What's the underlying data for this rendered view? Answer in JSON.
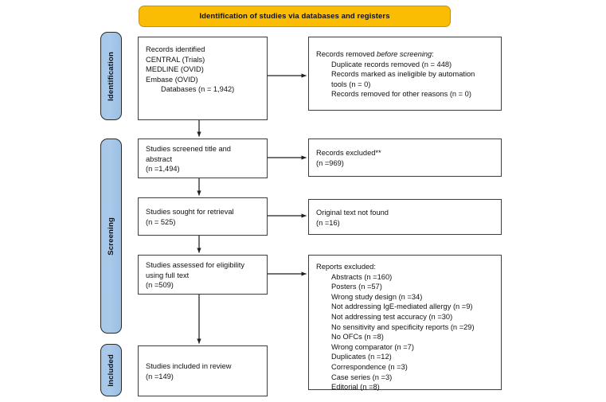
{
  "banner": {
    "title": "Identification of studies via databases and registers",
    "color": "#FBBC04"
  },
  "stages": [
    {
      "id": "identification",
      "label": "Identification",
      "color": "#A8C8E8"
    },
    {
      "id": "screening",
      "label": "Screening",
      "color": "#A8C8E8"
    },
    {
      "id": "included",
      "label": "Included",
      "color": "#A8C8E8"
    }
  ],
  "flow": {
    "records_identified": {
      "head": "Records identified",
      "line1": "CENTRAL (Trials)",
      "line2": "MEDLINE (OVID)",
      "line3": "Embase (OVID)",
      "line4": "Databases (n = 1,942)"
    },
    "records_removed": {
      "head_plain": "Records removed ",
      "head_italic": "before screening",
      "head_tail": ":",
      "item1": "Duplicate records removed (n = 448)",
      "item2": "Records marked as ineligible by automation",
      "item2b": "tools (n = 0)",
      "item3": "Records removed for other reasons (n = 0)"
    },
    "studies_screened": {
      "line1": "Studies screened title and",
      "line2": "abstract",
      "line3": "(n =1,494)"
    },
    "records_excluded": {
      "line1": "Records excluded**",
      "line2": "(n =969)"
    },
    "studies_sought": {
      "line1": "Studies sought for retrieval",
      "line2": "(n = 525)"
    },
    "original_not_found": {
      "line1": "Original text not found",
      "line2": "(n =16)"
    },
    "studies_assessed": {
      "line1": "Studies assessed for eligibility",
      "line2": "using full text",
      "line3": "(n =509)"
    },
    "reports_excluded": {
      "head": "Reports excluded:",
      "items": [
        "Abstracts (n =160)",
        "Posters (n =57)",
        "Wrong study design (n =34)",
        "Not addressing IgE-mediated allergy (n =9)",
        "Not addressing test accuracy (n =30)",
        "No sensitivity and specificity reports (n =29)",
        "No OFCs (n =8)",
        "Wrong comparator (n =7)",
        "Duplicates (n =12)",
        "Correspondence (n =3)",
        "Case series (n =3)",
        "Editorial (n =8)"
      ]
    },
    "studies_included": {
      "line1": "Studies included in review",
      "line2": "(n =149)"
    }
  }
}
